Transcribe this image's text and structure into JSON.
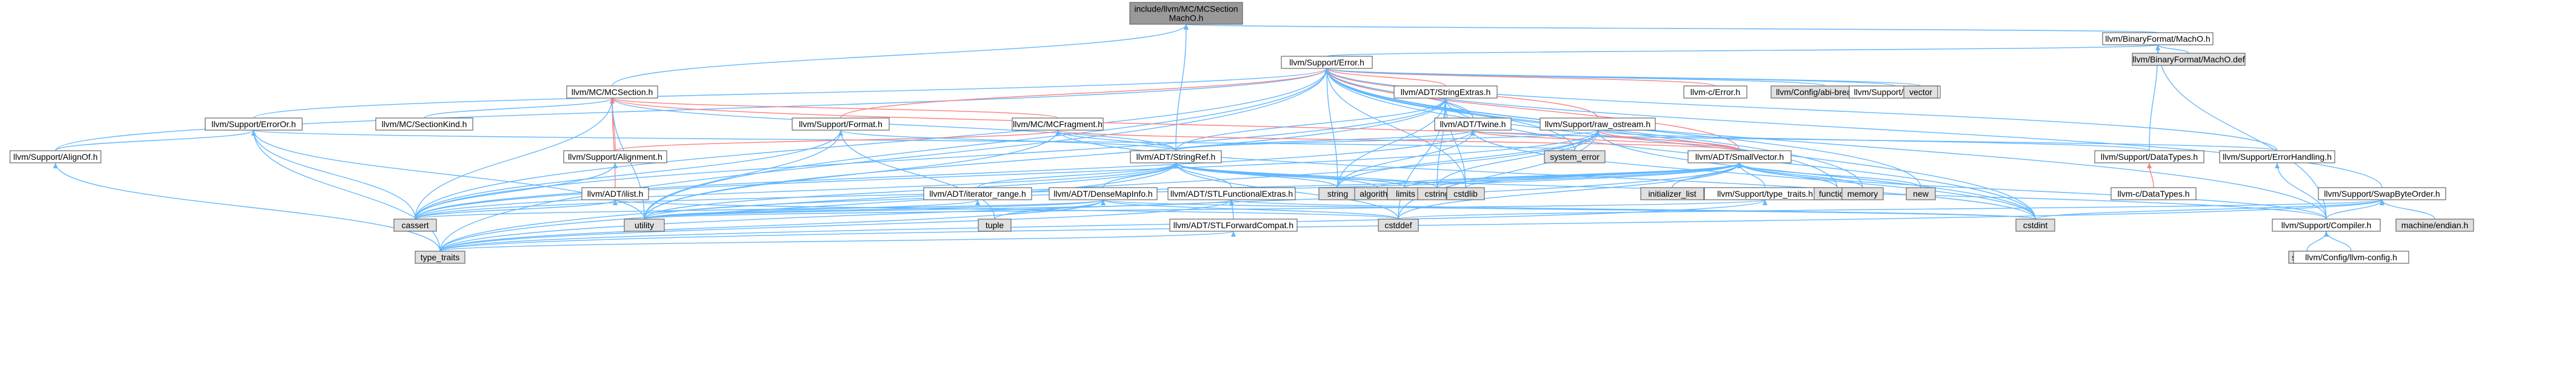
{
  "graph": {
    "colors": {
      "edge": "#63b8ff",
      "edge_red": "#ff7f7f",
      "node_fill": "#ffffff",
      "node_fill_gray": "#e0e0e0",
      "node_fill_root": "#999999",
      "text_red": "#cc0000"
    },
    "nodes": {
      "root_mc_section_macho": {
        "label": [
          "include/llvm/MC/MCSection",
          "MachO.h"
        ],
        "kind": "root"
      },
      "binary_format_macho": {
        "label": [
          "llvm/BinaryFormat/MachO.h"
        ],
        "kind": "normal"
      },
      "binary_format_macho_def": {
        "label": [
          "llvm/BinaryFormat/MachO.def"
        ],
        "kind": "gray"
      },
      "support_error": {
        "label": [
          "llvm/Support/Error.h"
        ],
        "kind": "normal"
      },
      "mc_section": {
        "label": [
          "llvm/MC/MCSection.h"
        ],
        "kind": "normal"
      },
      "adt_string_extras": {
        "label": [
          "llvm/ADT/StringExtras.h"
        ],
        "kind": "red"
      },
      "llvm_c_error": {
        "label": [
          "llvm-c/Error.h"
        ],
        "kind": "red"
      },
      "config_abi_breaking": {
        "label": [
          "llvm/Config/abi-breaking.h"
        ],
        "kind": "gray"
      },
      "support_debug": {
        "label": [
          "llvm/Support/Debug.h"
        ],
        "kind": "normal"
      },
      "vector": {
        "label": [
          "vector"
        ],
        "kind": "gray"
      },
      "support_error_or": {
        "label": [
          "llvm/Support/ErrorOr.h"
        ],
        "kind": "normal"
      },
      "mc_section_kind": {
        "label": [
          "llvm/MC/SectionKind.h"
        ],
        "kind": "normal"
      },
      "mc_fragment": {
        "label": [
          "llvm/MC/MCFragment.h"
        ],
        "kind": "red"
      },
      "support_format": {
        "label": [
          "llvm/Support/Format.h"
        ],
        "kind": "red"
      },
      "adt_twine": {
        "label": [
          "llvm/ADT/Twine.h"
        ],
        "kind": "normal"
      },
      "support_raw_ostream": {
        "label": [
          "llvm/Support/raw_ostream.h"
        ],
        "kind": "red"
      },
      "support_align_of": {
        "label": [
          "llvm/Support/AlignOf.h"
        ],
        "kind": "normal"
      },
      "support_alignment": {
        "label": [
          "llvm/Support/Alignment.h"
        ],
        "kind": "red"
      },
      "adt_string_ref": {
        "label": [
          "llvm/ADT/StringRef.h"
        ],
        "kind": "normal"
      },
      "system_error": {
        "label": [
          "system_error"
        ],
        "kind": "gray"
      },
      "adt_small_vector": {
        "label": [
          "llvm/ADT/SmallVector.h"
        ],
        "kind": "red"
      },
      "support_data_types": {
        "label": [
          "llvm/Support/DataTypes.h"
        ],
        "kind": "normal"
      },
      "support_error_handling": {
        "label": [
          "llvm/Support/ErrorHandling.h"
        ],
        "kind": "normal"
      },
      "adt_ilist": {
        "label": [
          "llvm/ADT/ilist.h"
        ],
        "kind": "red"
      },
      "adt_iterator_range": {
        "label": [
          "llvm/ADT/iterator_range.h"
        ],
        "kind": "normal"
      },
      "adt_dense_map_info": {
        "label": [
          "llvm/ADT/DenseMapInfo.h"
        ],
        "kind": "normal"
      },
      "adt_stl_functional_extras": {
        "label": [
          "llvm/ADT/STLFunctionalExtras.h"
        ],
        "kind": "normal"
      },
      "string": {
        "label": [
          "string"
        ],
        "kind": "gray"
      },
      "algorithm": {
        "label": [
          "algorithm"
        ],
        "kind": "gray"
      },
      "limits": {
        "label": [
          "limits"
        ],
        "kind": "gray"
      },
      "cstring": {
        "label": [
          "cstring"
        ],
        "kind": "gray"
      },
      "cstdlib": {
        "label": [
          "cstdlib"
        ],
        "kind": "gray"
      },
      "initializer_list": {
        "label": [
          "initializer_list"
        ],
        "kind": "gray"
      },
      "support_type_traits": {
        "label": [
          "llvm/Support/type_traits.h"
        ],
        "kind": "normal"
      },
      "functional": {
        "label": [
          "functional"
        ],
        "kind": "gray"
      },
      "memory": {
        "label": [
          "memory"
        ],
        "kind": "gray"
      },
      "new": {
        "label": [
          "new"
        ],
        "kind": "gray"
      },
      "llvm_c_data_types": {
        "label": [
          "llvm-c/DataTypes.h"
        ],
        "kind": "red"
      },
      "support_swap_byte_order": {
        "label": [
          "llvm/Support/SwapByteOrder.h"
        ],
        "kind": "normal"
      },
      "cassert": {
        "label": [
          "cassert"
        ],
        "kind": "gray"
      },
      "utility": {
        "label": [
          "utility"
        ],
        "kind": "gray"
      },
      "tuple": {
        "label": [
          "tuple"
        ],
        "kind": "gray"
      },
      "cstddef": {
        "label": [
          "cstddef"
        ],
        "kind": "gray"
      },
      "adt_stl_forward_compat": {
        "label": [
          "llvm/ADT/STLForwardCompat.h"
        ],
        "kind": "normal"
      },
      "cstdint": {
        "label": [
          "cstdint"
        ],
        "kind": "gray"
      },
      "machine_endian": {
        "label": [
          "machine/endian.h"
        ],
        "kind": "gray"
      },
      "support_compiler": {
        "label": [
          "llvm/Support/Compiler.h"
        ],
        "kind": "normal"
      },
      "type_traits": {
        "label": [
          "type_traits"
        ],
        "kind": "gray"
      },
      "stddef": {
        "label": [
          "stddef.h"
        ],
        "kind": "gray"
      },
      "config_llvm_config": {
        "label": [
          "llvm/Config/llvm-config.h"
        ],
        "kind": "normal"
      }
    },
    "edges": [
      [
        "root_mc_section_macho",
        "binary_format_macho"
      ],
      [
        "root_mc_section_macho",
        "mc_section"
      ],
      [
        "root_mc_section_macho",
        "adt_string_ref"
      ],
      [
        "binary_format_macho",
        "support_error"
      ],
      [
        "binary_format_macho",
        "binary_format_macho_def"
      ],
      [
        "binary_format_macho",
        "support_data_types"
      ],
      [
        "binary_format_macho",
        "support_compiler"
      ],
      [
        "support_error",
        "llvm_c_error"
      ],
      [
        "support_error",
        "config_abi_breaking"
      ],
      [
        "support_error",
        "support_debug"
      ],
      [
        "support_error",
        "vector"
      ],
      [
        "support_error",
        "adt_string_extras"
      ],
      [
        "support_error",
        "adt_twine"
      ],
      [
        "support_error",
        "support_raw_ostream"
      ],
      [
        "support_error",
        "support_error_or"
      ],
      [
        "support_error",
        "support_align_of"
      ],
      [
        "support_error",
        "adt_small_vector"
      ],
      [
        "support_error",
        "support_format"
      ],
      [
        "support_error",
        "support_error_handling"
      ],
      [
        "support_error",
        "support_swap_byte_order"
      ],
      [
        "support_error",
        "support_compiler"
      ],
      [
        "support_error",
        "string"
      ],
      [
        "support_error",
        "cassert"
      ],
      [
        "support_error",
        "cstdint"
      ],
      [
        "support_error",
        "memory"
      ],
      [
        "support_error",
        "functional"
      ],
      [
        "support_error",
        "new"
      ],
      [
        "support_error",
        "system_error"
      ],
      [
        "support_error",
        "type_traits"
      ],
      [
        "support_error",
        "utility"
      ],
      [
        "support_error",
        "cstdlib"
      ],
      [
        "mc_section",
        "mc_section_kind"
      ],
      [
        "mc_section",
        "mc_fragment"
      ],
      [
        "mc_section",
        "adt_string_ref"
      ],
      [
        "mc_section",
        "support_alignment"
      ],
      [
        "mc_section",
        "adt_ilist"
      ],
      [
        "mc_section",
        "utility"
      ],
      [
        "mc_section",
        "cassert"
      ],
      [
        "mc_section",
        "adt_small_vector"
      ],
      [
        "adt_string_extras",
        "adt_string_ref"
      ],
      [
        "adt_string_extras",
        "adt_twine"
      ],
      [
        "adt_string_extras",
        "string"
      ],
      [
        "adt_string_extras",
        "cstddef"
      ],
      [
        "adt_string_extras",
        "cstring"
      ],
      [
        "adt_string_extras",
        "cstdint"
      ],
      [
        "adt_string_extras",
        "cassert"
      ],
      [
        "adt_string_extras",
        "cstdlib"
      ],
      [
        "adt_string_extras",
        "utility"
      ],
      [
        "support_error_or",
        "support_align_of"
      ],
      [
        "support_error_or",
        "cassert"
      ],
      [
        "support_error_or",
        "system_error"
      ],
      [
        "support_error_or",
        "type_traits"
      ],
      [
        "support_error_or",
        "utility"
      ],
      [
        "mc_fragment",
        "adt_string_ref"
      ],
      [
        "mc_fragment",
        "adt_small_vector"
      ],
      [
        "mc_fragment",
        "support_alignment"
      ],
      [
        "mc_fragment",
        "cstdint"
      ],
      [
        "mc_fragment",
        "utility"
      ],
      [
        "support_format",
        "adt_string_ref"
      ],
      [
        "support_format",
        "cassert"
      ],
      [
        "support_format",
        "cstdio"
      ],
      [
        "support_format",
        "tuple"
      ],
      [
        "support_format",
        "utility"
      ],
      [
        "adt_twine",
        "adt_string_ref"
      ],
      [
        "adt_twine",
        "adt_small_vector"
      ],
      [
        "adt_twine",
        "support_error_handling"
      ],
      [
        "adt_twine",
        "cassert"
      ],
      [
        "adt_twine",
        "cstdint"
      ],
      [
        "adt_twine",
        "string"
      ],
      [
        "adt_twine",
        "string_view"
      ],
      [
        "support_raw_ostream",
        "adt_string_ref"
      ],
      [
        "support_raw_ostream",
        "adt_small_vector"
      ],
      [
        "support_raw_ostream",
        "support_data_types"
      ],
      [
        "support_raw_ostream",
        "cassert"
      ],
      [
        "support_raw_ostream",
        "cstddef"
      ],
      [
        "support_raw_ostream",
        "cstdint"
      ],
      [
        "support_raw_ostream",
        "cstring"
      ],
      [
        "support_raw_ostream",
        "string"
      ],
      [
        "support_raw_ostream",
        "system_error"
      ],
      [
        "support_raw_ostream",
        "type_traits"
      ],
      [
        "support_align_of",
        "type_traits"
      ],
      [
        "support_alignment",
        "cassert"
      ],
      [
        "adt_string_ref",
        "adt_dense_map_info"
      ],
      [
        "adt_string_ref",
        "adt_stl_functional_extras"
      ],
      [
        "adt_string_ref",
        "adt_iterator_range"
      ],
      [
        "adt_string_ref",
        "support_compiler"
      ],
      [
        "adt_string_ref",
        "algorithm"
      ],
      [
        "adt_string_ref",
        "cassert"
      ],
      [
        "adt_string_ref",
        "cstddef"
      ],
      [
        "adt_string_ref",
        "cstring"
      ],
      [
        "adt_string_ref",
        "limits"
      ],
      [
        "adt_string_ref",
        "string"
      ],
      [
        "adt_string_ref",
        "type_traits"
      ],
      [
        "adt_string_ref",
        "utility"
      ],
      [
        "adt_small_vector",
        "support_compiler"
      ],
      [
        "adt_small_vector",
        "support_type_traits"
      ],
      [
        "adt_small_vector",
        "algorithm"
      ],
      [
        "adt_small_vector",
        "cassert"
      ],
      [
        "adt_small_vector",
        "cstddef"
      ],
      [
        "adt_small_vector",
        "cstdlib"
      ],
      [
        "adt_small_vector",
        "cstring"
      ],
      [
        "adt_small_vector",
        "functional"
      ],
      [
        "adt_small_vector",
        "initializer_list"
      ],
      [
        "adt_small_vector",
        "limits"
      ],
      [
        "adt_small_vector",
        "memory"
      ],
      [
        "adt_small_vector",
        "new"
      ],
      [
        "adt_small_vector",
        "type_traits"
      ],
      [
        "adt_small_vector",
        "utility"
      ],
      [
        "support_data_types",
        "llvm_c_data_types"
      ],
      [
        "support_error_handling",
        "support_compiler"
      ],
      [
        "adt_ilist",
        "cassert"
      ],
      [
        "adt_ilist",
        "cstddef"
      ],
      [
        "adt_iterator_range",
        "utility"
      ],
      [
        "adt_dense_map_info",
        "cassert"
      ],
      [
        "adt_dense_map_info",
        "cstddef"
      ],
      [
        "adt_dense_map_info",
        "cstdint"
      ],
      [
        "adt_dense_map_info",
        "tuple"
      ],
      [
        "adt_dense_map_info",
        "type_traits"
      ],
      [
        "adt_dense_map_info",
        "utility"
      ],
      [
        "adt_stl_functional_extras",
        "adt_stl_forward_compat"
      ],
      [
        "adt_stl_functional_extras",
        "cstdint"
      ],
      [
        "adt_stl_functional_extras",
        "type_traits"
      ],
      [
        "adt_stl_functional_extras",
        "utility"
      ],
      [
        "adt_stl_forward_compat",
        "type_traits"
      ],
      [
        "support_type_traits",
        "type_traits"
      ],
      [
        "support_type_traits",
        "utility"
      ],
      [
        "support_swap_byte_order",
        "support_compiler"
      ],
      [
        "support_swap_byte_order",
        "cstddef"
      ],
      [
        "support_swap_byte_order",
        "cstdint"
      ],
      [
        "support_swap_byte_order",
        "type_traits"
      ],
      [
        "support_swap_byte_order",
        "machine_endian"
      ],
      [
        "support_compiler",
        "config_llvm_config"
      ],
      [
        "support_compiler",
        "stddef"
      ]
    ]
  }
}
